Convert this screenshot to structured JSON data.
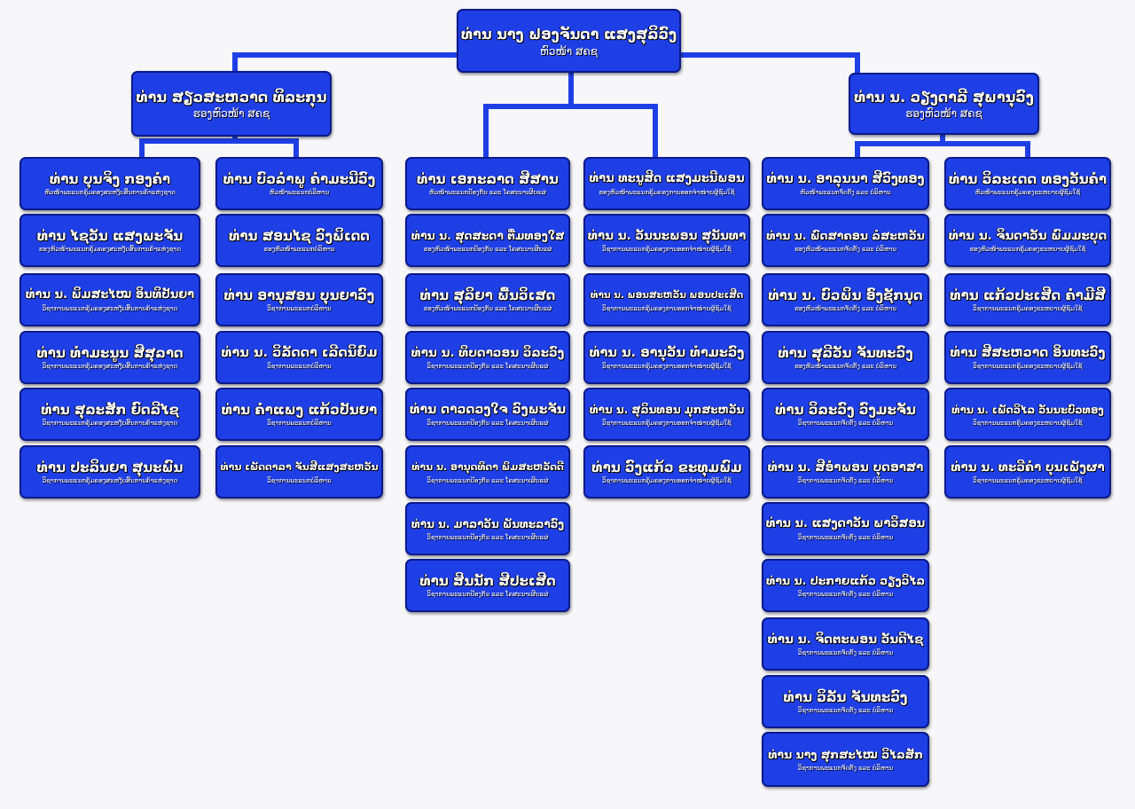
{
  "colors": {
    "box": "#1f3fe6",
    "border": "#0a1a8c",
    "line": "#1f3fe6",
    "text": "#ffffff",
    "background": "#f7f7f9"
  },
  "top": {
    "name": "ທ່ານ ນາງ ຟອງຈັນດາ ແສງສຸລິວົງ",
    "role": "ຫົວໜ້າ ສຄຊ"
  },
  "deputies": [
    {
      "name": "ທ່ານ ສຽວສະຫວາດ ທິລະກຸນ",
      "role": "ຮອງຫົວໜ້າ ສຄຊ"
    },
    {
      "name": "ທ່ານ ນ. ວຽງດາລີ ສຸພານຸວົງ",
      "role": "ຮອງຫົວໜ້າ ສຄຊ"
    }
  ],
  "columns": [
    [
      {
        "name": "ທ່ານ ບຸນຈິງ ກອງຄຳ",
        "role": "ຫົວໜ້າພະແນກຄຸ້ມຄອງສະຫງັບສິ້ນການຄ້າແຫ່ງຊາດ"
      },
      {
        "name": "ທ່ານ ໄຊວັນ ແສງພະຈັນ",
        "role": "ຮອງຫົວໜ້າພະແນກຄຸ້ມຄອງສະຫງັບສິ້ນການຄ້າແຫ່ງຊາດ"
      },
      {
        "name": "ທ່ານ ນ. ພິມສະໄໝ ອິນທິປັນຍາ",
        "role": "ວິຊາການພະແນກຄຸ້ມຄອງສະຫງັບສິ້ນການຄ້າແຫ່ງຊາດ"
      },
      {
        "name": "ທ່ານ ທຳມະນູນ ສີສຸລາດ",
        "role": "ວິຊາການພະແນກຄຸ້ມຄອງສະຫງັບສິ້ນການຄ້າແຫ່ງຊາດ"
      },
      {
        "name": "ທ່ານ ສຸລະສັກ ຍົດລີໄຊ",
        "role": "ວິຊາການພະແນກຄຸ້ມຄອງສະຫງັບສິ້ນການຄ້າແຫ່ງຊາດ"
      },
      {
        "name": "ທ່ານ ປະລິນຍາ ສຸນະພົນ",
        "role": "ວິຊາການພະແນກຄຸ້ມຄອງສະຫງັບສິ້ນການຄ້າແຫ່ງຊາດ"
      }
    ],
    [
      {
        "name": "ທ່ານ ບົວລຳພູ ຄຳມະນີວົງ",
        "role": "ຫົວໜ້າພະແນກບໍລິຫານ"
      },
      {
        "name": "ທ່ານ ສອນໄຊ ວົງພິເດດ",
        "role": "ຮອງຫົວໜ້າພະແນກບໍລິຫານ"
      },
      {
        "name": "ທ່ານ ອານຸສອນ ບຸນຍາວົງ",
        "role": "ວິຊາການພະແນກບໍລິຫານ"
      },
      {
        "name": "ທ່ານ ນ. ວິລັດດາ ເລີດນິຍົມ",
        "role": "ວິຊາການພະແນກບໍລິຫານ"
      },
      {
        "name": "ທ່ານ ຄຳແພງ ແກ້ວປັນຍາ",
        "role": "ວິຊາການພະແນກບໍລິຫານ"
      },
      {
        "name": "ທ່ານ ເພັດດາລາ ຈັນສີແສງສະຫວັນ",
        "role": "ວິຊາການພະແນກບໍລິຫານ"
      }
    ],
    [
      {
        "name": "ທ່ານ ເອກະລາດ ສີສານ",
        "role": "ຫົວໜ້າພະແນກປ້ອງກັນ ແລະ ໂຄສະນາເຜີຍແຜ່"
      },
      {
        "name": "ທ່ານ ນ. ສຸດສະດາ ຕື່ມທອງໃສ",
        "role": "ຮອງຫົວໜ້າພະແນກປ້ອງກັນ ແລະ ໂຄສະນາເຜີຍແຜ່"
      },
      {
        "name": "ທ່ານ ສຸລິຍາ ພື້ນວິເສດ",
        "role": "ຮອງຫົວໜ້າພະແນກປ້ອງກັນ ແລະ ໂຄສະນາເຜີຍແຜ່"
      },
      {
        "name": "ທ່ານ ນ. ທິບດາວອນ ວິລະວົງ",
        "role": "ວິຊາການພະແນກປ້ອງກັນ ແລະ ໂຄສະນາເຜີຍແຜ່"
      },
      {
        "name": "ທ່ານ ດາວດວງໃຈ ວົງພະຈັນ",
        "role": "ວິຊາການພະແນກປ້ອງກັນ ແລະ ໂຄສະນາເຜີຍແຜ່"
      },
      {
        "name": "ທ່ານ ນ. ອານຸດທິດາ ພິມສະຫວັດດີ",
        "role": "ວິຊາການພະແນກປ້ອງກັນ ແລະ ໂຄສະນາເຜີຍແຜ່"
      },
      {
        "name": "ທ່ານ ນ. ມາລາວັນ ພັນທະລາວົງ",
        "role": "ວິຊາການພະແນກປ້ອງກັນ ແລະ ໂຄສະນາເຜີຍແຜ່"
      },
      {
        "name": "ທ່ານ ສິນນັກ ສີປະເສີດ",
        "role": "ວິຊາການພະແນກປ້ອງກັນ ແລະ ໂຄສະນາເຜີຍແຜ່"
      }
    ],
    [
      {
        "name": "ທ່ານ ທະນູສິດ ແສງມະນີພອນ",
        "role": "ຮອງຫົວໜ້າພະແນກຄຸ້ມຄອງການອອກຈຳໜ່າຍຜູ້ຊົມໃຊ້"
      },
      {
        "name": "ທ່ານ ນ. ວັນນະພອນ ສຸນັນທາ",
        "role": "ວິຊາການພະແນກຄຸ້ມຄອງການອອກຈຳໜ່າຍຜູ້ຊົມໃຊ້"
      },
      {
        "name": "ທ່ານ ນ. ພອນສະຫວັນ ພອນປະເສີດ",
        "role": "ວິຊາການພະແນກຄຸ້ມຄອງການອອກຈຳໜ່າຍຜູ້ຊົມໃຊ້"
      },
      {
        "name": "ທ່ານ ນ. ອານຸວັນ ທຳມະວົງ",
        "role": "ວິຊາການພະແນກຄຸ້ມຄອງການອອກຈຳໜ່າຍຜູ້ຊົມໃຊ້"
      },
      {
        "name": "ທ່ານ ນ. ສຸລິນທອນ ມຸກສະຫວັນ",
        "role": "ວິຊາການພະແນກຄຸ້ມຄອງການອອກຈຳໜ່າຍຜູ້ຊົມໃຊ້"
      },
      {
        "name": "ທ່ານ ວົງແກ້ວ ຂະທຸມພົມ",
        "role": "ວິຊາການພະແນກຄຸ້ມຄອງການອອກຈຳໜ່າຍຜູ້ຊົມໃຊ້"
      }
    ],
    [
      {
        "name": "ທ່ານ ນ. ອາລຸນນາ ສີວົງທອງ",
        "role": "ຫົວໜ້າພະແນກຈັດຕັ້ງ ແລະ ບໍລິຫານ"
      },
      {
        "name": "ທ່ານ ນ. ພົດສາຄອນ ລໍສະຫວັນ",
        "role": "ຮອງຫົວໜ້າພະແນກຈັດຕັ້ງ ແລະ ບໍລິຫານ"
      },
      {
        "name": "ທ່ານ ນ. ບົວພິນ ອົງຊັກນຸດ",
        "role": "ຮອງຫົວໜ້າພະແນກຈັດຕັ້ງ ແລະ ບໍລິຫານ"
      },
      {
        "name": "ທ່ານ ສຸລີວັນ ຈັນທະວົງ",
        "role": "ຮອງຫົວໜ້າພະແນກຈັດຕັ້ງ ແລະ ບໍລິຫານ"
      },
      {
        "name": "ທ່ານ ວິລະວົງ ວົງມະຈັນ",
        "role": "ວິຊາການພະແນກຈັດຕັ້ງ ແລະ ບໍລິຫານ"
      },
      {
        "name": "ທ່ານ ນ. ສີອຳພອນ ບຸດອາສາ",
        "role": "ວິຊາການພະແນກຈັດຕັ້ງ ແລະ ບໍລິຫານ"
      },
      {
        "name": "ທ່ານ ນ. ແສງດາວັນ ພາວິສອນ",
        "role": "ວິຊາການພະແນກຈັດຕັ້ງ ແລະ ບໍລິຫານ"
      },
      {
        "name": "ທ່ານ ນ. ປະກາຍແກ້ວ ວຽງວິໄລ",
        "role": "ວິຊາການພະແນກຈັດຕັ້ງ ແລະ ບໍລິຫານ"
      },
      {
        "name": "ທ່ານ ນ. ຈິດຕະພອນ ວັນດີໄຊ",
        "role": "ວິຊາການພະແນກຈັດຕັ້ງ ແລະ ບໍລິຫານ"
      },
      {
        "name": "ທ່ານ ວິລັນ ຈັນທະວົງ",
        "role": "ວິຊາການພະແນກຈັດຕັ້ງ ແລະ ບໍລິຫານ"
      },
      {
        "name": "ທ່ານ ນາງ ສຸກສະໄໝ ວິໄລສັກ",
        "role": "ວິຊາການພະແນກຈັດຕັ້ງ ແລະ ບໍລິຫານ"
      }
    ],
    [
      {
        "name": "ທ່ານ ວິລະເດດ ທອງວັນຄຳ",
        "role": "ຫົວໜ້າພະແນກຄຸ້ມຄອງຂະຫຍາຍຜູ້ຊົມໃຊ້"
      },
      {
        "name": "ທ່ານ ນ. ຈິນດາວັນ ພົມມະບຸດ",
        "role": "ຮອງຫົວໜ້າພະແນກຄຸ້ມຄອງຂະຫຍາຍຜູ້ຊົມໃຊ້"
      },
      {
        "name": "ທ່ານ ແກ້ວປະເສີດ ຄຳມີສີ",
        "role": "ວິຊາການພະແນກຄຸ້ມຄອງຂະຫຍາຍຜູ້ຊົມໃຊ້"
      },
      {
        "name": "ທ່ານ ສີສະຫວາດ ອິນທະວົງ",
        "role": "ວິຊາການພະແນກຄຸ້ມຄອງຂະຫຍາຍຜູ້ຊົມໃຊ້"
      },
      {
        "name": "ທ່ານ ນ. ເພັດວິໄລ ວັນນະບົວທອງ",
        "role": "ວິຊາການພະແນກຄຸ້ມຄອງຂະຫຍາຍຜູ້ຊົມໃຊ້"
      },
      {
        "name": "ທ່ານ ນ. ທະວີຄຳ ບຸນເພັງຜາ",
        "role": "ວິຊາການພະແນກຄຸ້ມຄອງຂະຫຍາຍຜູ້ຊົມໃຊ້"
      }
    ]
  ]
}
